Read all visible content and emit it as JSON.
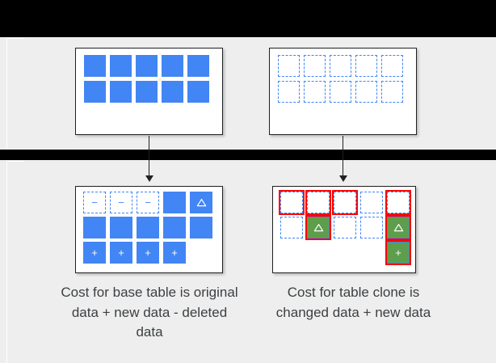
{
  "theme": {
    "band_color": "#000000",
    "panel_bg": "#eeeeee",
    "card_bg": "#ffffff",
    "card_border": "#202124",
    "blue": "#4285f4",
    "green": "#5d9e4c",
    "red": "#ff0000",
    "text": "#3c4043"
  },
  "upper": {
    "base_table": {
      "name": "base-table-original",
      "rows": 2,
      "cols": 5,
      "cells": [
        [
          {
            "style": "solid",
            "glyph": ""
          },
          {
            "style": "solid",
            "glyph": ""
          },
          {
            "style": "solid",
            "glyph": ""
          },
          {
            "style": "solid",
            "glyph": ""
          },
          {
            "style": "solid",
            "glyph": ""
          }
        ],
        [
          {
            "style": "solid",
            "glyph": ""
          },
          {
            "style": "solid",
            "glyph": ""
          },
          {
            "style": "solid",
            "glyph": ""
          },
          {
            "style": "solid",
            "glyph": ""
          },
          {
            "style": "solid",
            "glyph": ""
          }
        ]
      ]
    },
    "clone_table": {
      "name": "clone-table-original",
      "rows": 2,
      "cols": 5,
      "cells": [
        [
          {
            "style": "dashed",
            "glyph": ""
          },
          {
            "style": "dashed",
            "glyph": ""
          },
          {
            "style": "dashed",
            "glyph": ""
          },
          {
            "style": "dashed",
            "glyph": ""
          },
          {
            "style": "dashed",
            "glyph": ""
          }
        ],
        [
          {
            "style": "dashed",
            "glyph": ""
          },
          {
            "style": "dashed",
            "glyph": ""
          },
          {
            "style": "dashed",
            "glyph": ""
          },
          {
            "style": "dashed",
            "glyph": ""
          },
          {
            "style": "dashed",
            "glyph": ""
          }
        ]
      ]
    }
  },
  "lower": {
    "base_table": {
      "name": "base-table-after",
      "rows": 3,
      "cols": 5,
      "cells": [
        [
          {
            "style": "dashed",
            "glyph": "minus-blue"
          },
          {
            "style": "dashed",
            "glyph": "minus-blue"
          },
          {
            "style": "dashed",
            "glyph": "minus-blue"
          },
          {
            "style": "solid",
            "glyph": ""
          },
          {
            "style": "solid",
            "glyph": "triangle-white"
          }
        ],
        [
          {
            "style": "solid",
            "glyph": ""
          },
          {
            "style": "solid",
            "glyph": ""
          },
          {
            "style": "solid",
            "glyph": ""
          },
          {
            "style": "solid",
            "glyph": ""
          },
          {
            "style": "solid",
            "glyph": ""
          }
        ],
        [
          {
            "style": "solid",
            "glyph": "plus-white"
          },
          {
            "style": "solid",
            "glyph": "plus-white"
          },
          {
            "style": "solid",
            "glyph": "plus-white"
          },
          {
            "style": "solid",
            "glyph": "plus-white"
          },
          {
            "style": "empty",
            "glyph": ""
          }
        ]
      ]
    },
    "clone_table": {
      "name": "clone-table-after",
      "rows": 3,
      "cols": 5,
      "cells": [
        [
          {
            "style": "dashed",
            "glyph": "",
            "ring": true
          },
          {
            "style": "dashed",
            "glyph": "",
            "ring": true
          },
          {
            "style": "dashed",
            "glyph": "",
            "ring": true
          },
          {
            "style": "dashed",
            "glyph": "",
            "ring": false
          },
          {
            "style": "dashed",
            "glyph": "",
            "ring": true
          }
        ],
        [
          {
            "style": "dashed",
            "glyph": "",
            "ring": false
          },
          {
            "style": "green",
            "glyph": "triangle-white",
            "ring": true
          },
          {
            "style": "dashed",
            "glyph": "",
            "ring": false
          },
          {
            "style": "dashed",
            "glyph": "",
            "ring": false
          },
          {
            "style": "green",
            "glyph": "triangle-white",
            "ring": true
          }
        ],
        [
          {
            "style": "empty",
            "glyph": "",
            "ring": false
          },
          {
            "style": "empty",
            "glyph": "",
            "ring": false
          },
          {
            "style": "empty",
            "glyph": "",
            "ring": false
          },
          {
            "style": "empty",
            "glyph": "",
            "ring": false
          },
          {
            "style": "green",
            "glyph": "plus-white",
            "ring": true
          }
        ]
      ]
    },
    "caption_base": "Cost for base table is original data + new data - deleted data",
    "caption_clone": "Cost for table clone is changed data + new data"
  },
  "glyphs": {
    "plus": "+",
    "minus": "−",
    "triangle": "triangle-outline-icon"
  }
}
